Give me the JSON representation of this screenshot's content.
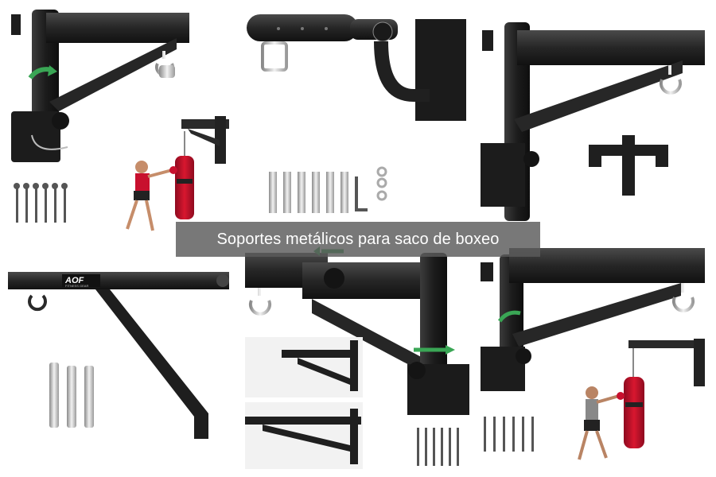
{
  "caption": "Soportes metálicos para saco de boxeo",
  "brand_logo": {
    "main": "AOF",
    "sub": "FITNESS GEAR"
  },
  "colors": {
    "metal": "#2a2a2a",
    "metal_highlight": "#4a4a4a",
    "bag_red": "#c8102e",
    "arrow_green": "#3aa655",
    "caption_bg": "#5a5a5a",
    "caption_text": "#ffffff"
  }
}
